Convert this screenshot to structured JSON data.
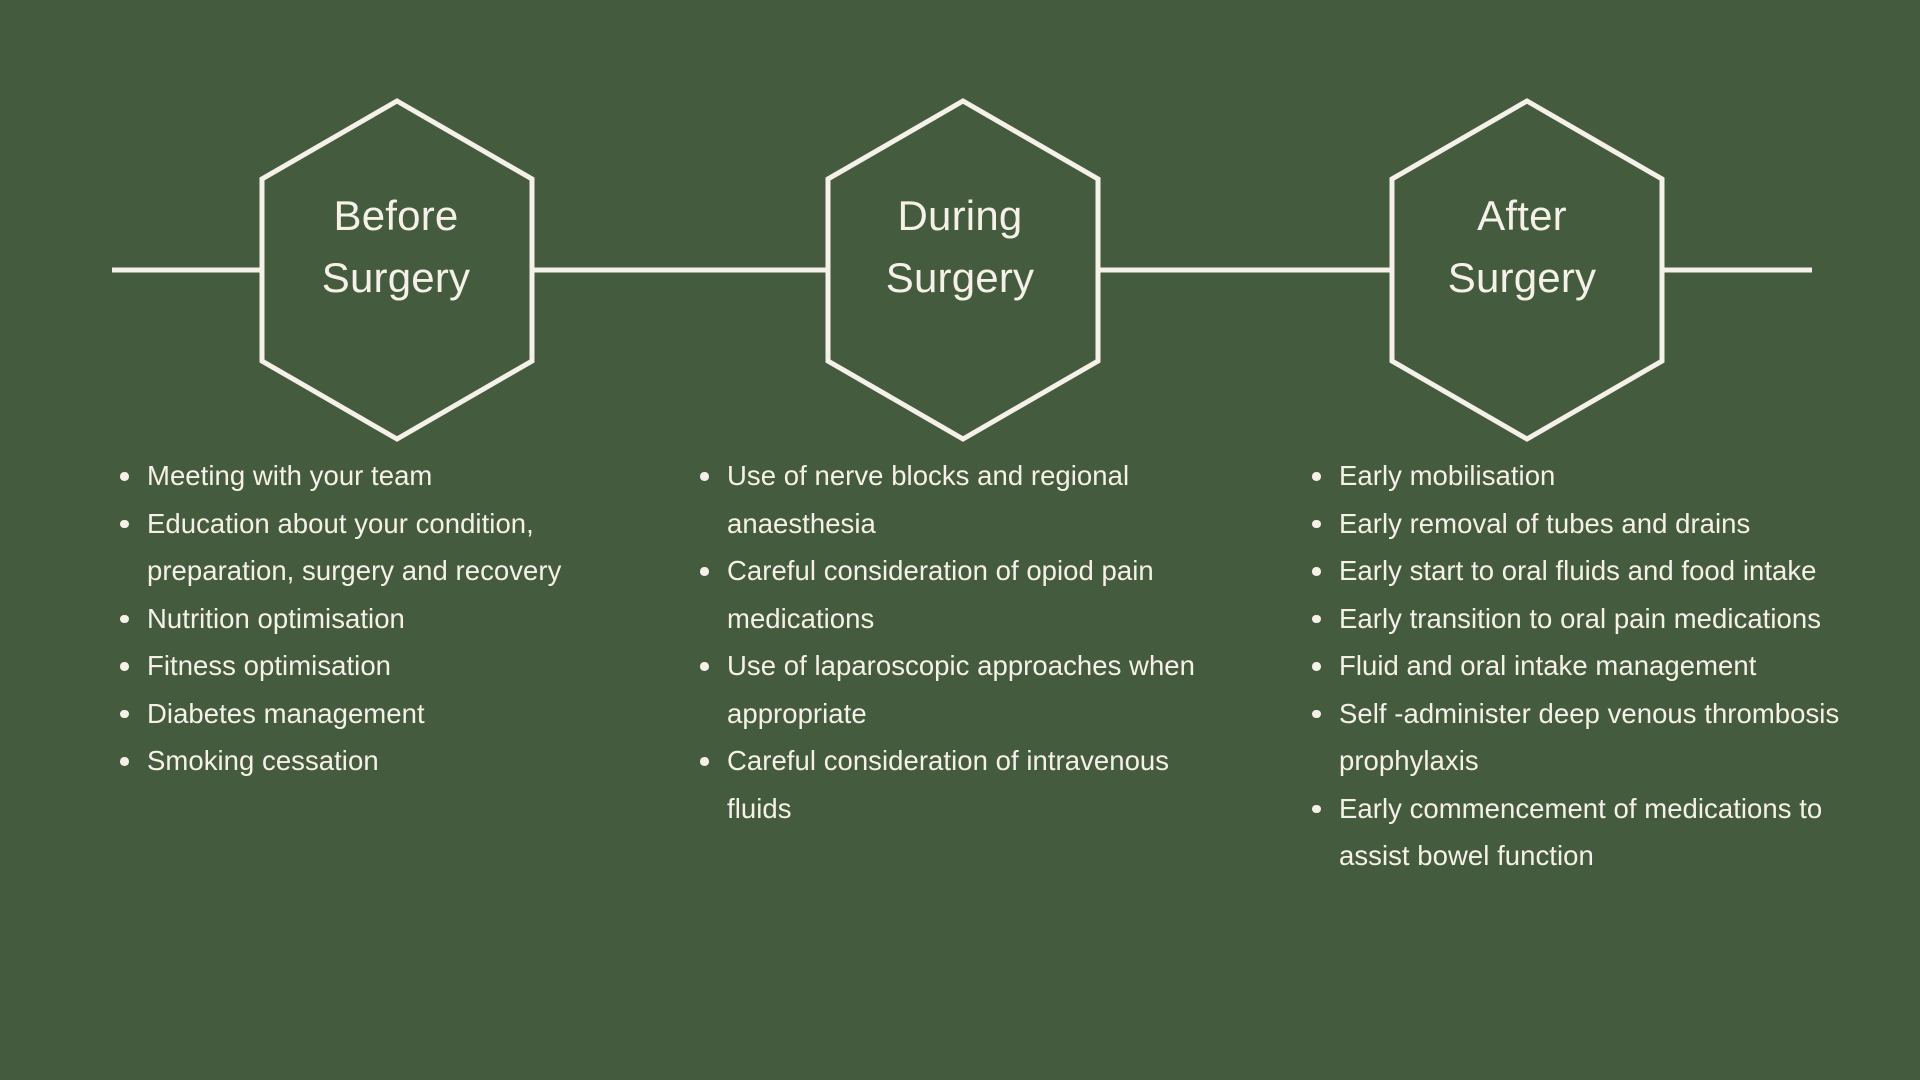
{
  "theme": {
    "background_color": "#455B3E",
    "foreground_color": "#F5F1E8"
  },
  "flow": {
    "connector_name": "horizontal-timeline-connector",
    "stages": [
      {
        "id": "before-surgery",
        "title_line1": "Before",
        "title_line2": "Surgery",
        "title": "Before Surgery",
        "items": [
          "Meeting with your team",
          "Education about your condition, preparation, surgery and recovery",
          "Nutrition optimisation",
          "Fitness optimisation",
          "Diabetes management",
          "Smoking cessation"
        ]
      },
      {
        "id": "during-surgery",
        "title_line1": "During",
        "title_line2": "Surgery",
        "title": "During Surgery",
        "items": [
          "Use of nerve blocks and regional anaesthesia",
          "Careful consideration of opiod pain medications",
          "Use of laparoscopic approaches when appropriate",
          "Careful consideration of intravenous fluids"
        ]
      },
      {
        "id": "after-surgery",
        "title_line1": "After",
        "title_line2": "Surgery",
        "title": "After Surgery",
        "items": [
          "Early mobilisation",
          "Early removal of tubes and drains",
          "Early start to oral fluids and food intake",
          "Early transition to oral pain medications",
          "Fluid and oral intake management",
          "Self -administer deep venous thrombosis prophylaxis",
          "Early commencement of medications to assist bowel function"
        ]
      }
    ]
  }
}
